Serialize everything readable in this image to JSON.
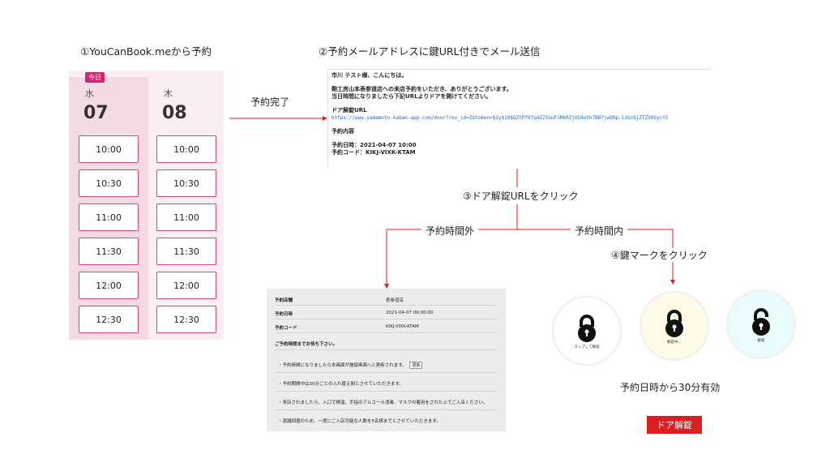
{
  "steps": {
    "s1": "①YouCanBook.meから予約",
    "s2": "②予約メールアドレスに鍵URL付きでメール送信",
    "s3": "③ドア解錠URLをクリック",
    "s4": "④鍵マークをクリック"
  },
  "calendar": {
    "today_badge": "今日",
    "days": [
      {
        "dow": "水",
        "num": "07",
        "slots": [
          "10:00",
          "10:30",
          "11:00",
          "11:30",
          "12:00",
          "12:30"
        ]
      },
      {
        "dow": "木",
        "num": "08",
        "slots": [
          "10:00",
          "10:30",
          "11:00",
          "11:30",
          "12:00",
          "12:30"
        ]
      }
    ]
  },
  "labels": {
    "reserve_done": "予約完了",
    "outside": "予約時間外",
    "inside": "予約時間内",
    "valid": "予約日時から30分有効",
    "door_unlock": "ドア解錠"
  },
  "email": {
    "greeting": "市川 テスト様、こんにちは。",
    "body1": "鞄工房山本表参道店への来店予約をいただき、ありがとうございます。",
    "body2": "当日時間になりましたら下記URLよりドアを開けてください。",
    "url_heading": "ドア解錠URL",
    "url": "https://www.yamamoto-kaban-app.com/door?rev_id=Z&token=$2y$10$QZtPf6Tq4ZZtGoF1MkRZjOS9oSh7BD7jwORp.izGc6jZTZ50SycY2",
    "detail_heading": "予約内容",
    "datetime": "予約日時：2021-04-07 10:00",
    "code": "予約コード：KIKJ-VIXK-KTAM"
  },
  "reservation": {
    "rows": [
      {
        "k": "予約店舗",
        "v": "表参道店"
      },
      {
        "k": "予約日時",
        "v": "2021-04-07 09:00:00"
      },
      {
        "k": "予約コード",
        "v": "KIKJ-VIXK-KTAM"
      }
    ],
    "wait": "ご予約時間までお待ち下さい。",
    "note1": "・予約時間になりましたら本画面が施錠画面へと更新されます。",
    "update_btn": "更新",
    "note2": "・予約期間中は30分ごとの入れ替え制とさせていただきます。",
    "note3": "・来店されましたら、入口で検温、手指のアルコール消毒、マスクの着用をされた上でご入店ください。",
    "note4": "・混雑回避のため、一度にご入店可能な人数を5名様までとさせていただきます。"
  },
  "locks": [
    {
      "caption": "タップして解錠",
      "bg": "#ffffff",
      "state": "locked"
    },
    {
      "caption": "解錠中…",
      "bg": "#fffbe6",
      "state": "locked"
    },
    {
      "caption": "解錠",
      "bg": "#eafbfb",
      "state": "unlocked"
    }
  ],
  "colors": {
    "accent": "#d6246e",
    "arrow": "#d91f1f",
    "button": "#d91f1f"
  }
}
